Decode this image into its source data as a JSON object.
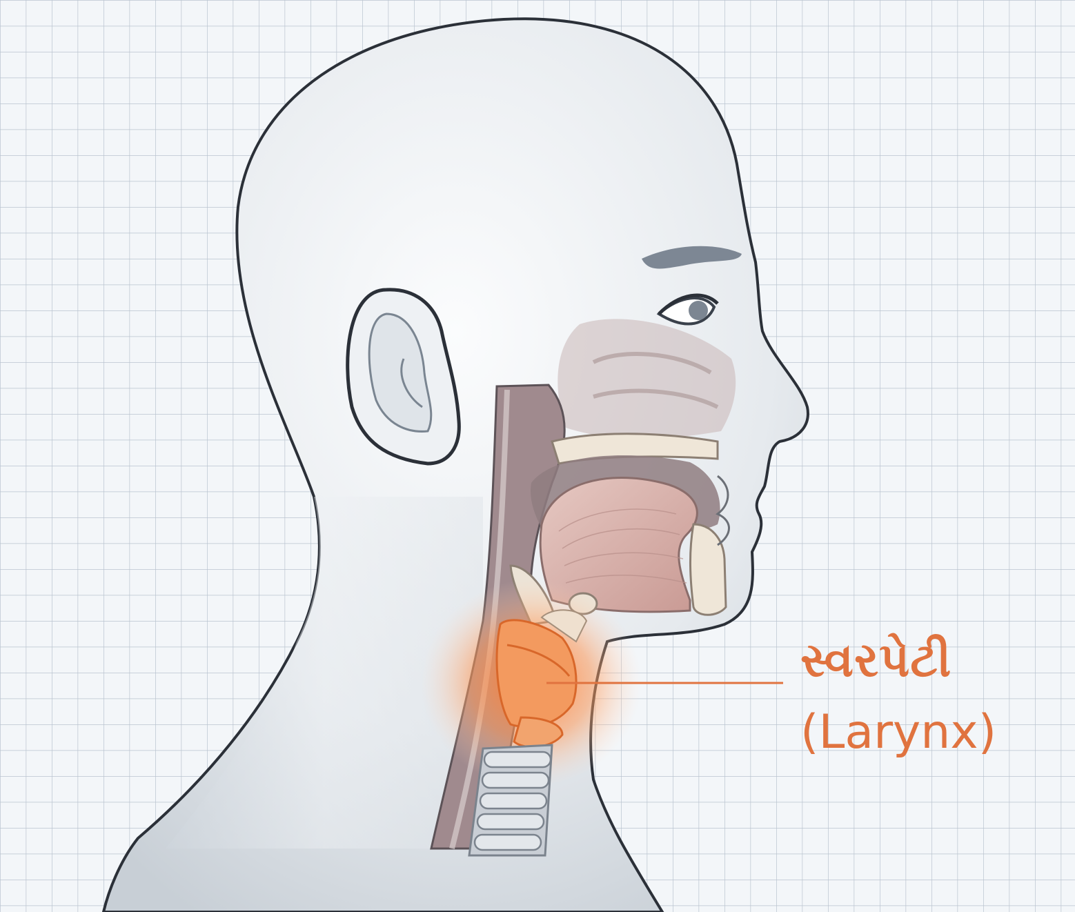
{
  "diagram": {
    "subject": "human head sagittal section",
    "highlight_color": "#e8682a",
    "label_color": "#e0733f",
    "labels": {
      "larynx_gujarati": "સ્વરપેટી",
      "larynx_english": "(Larynx)"
    }
  }
}
